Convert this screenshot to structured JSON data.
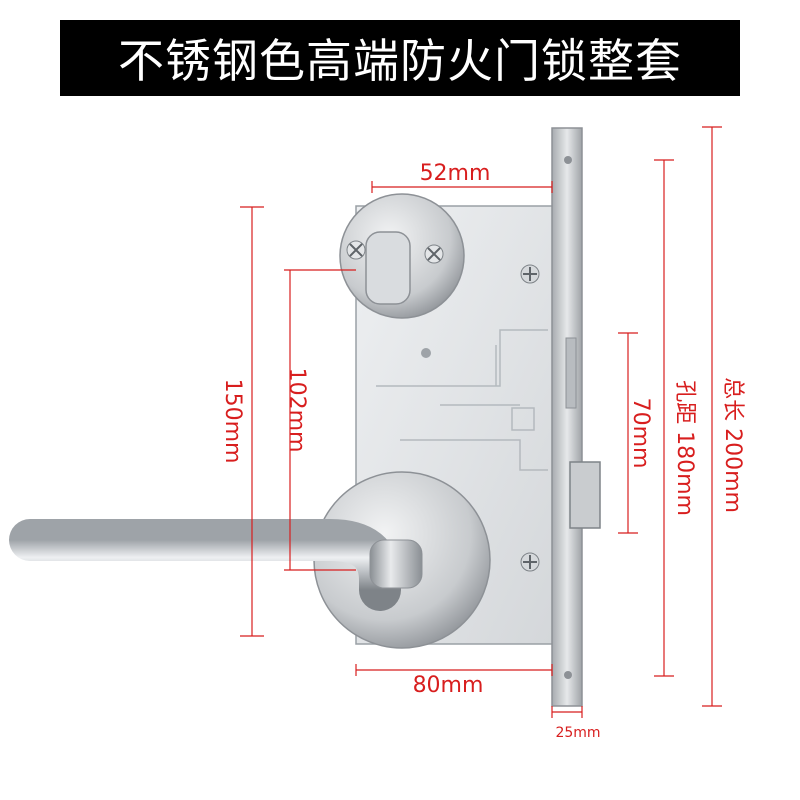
{
  "title": "不锈钢色高端防火门锁整套",
  "dimensions": {
    "width_52": "52mm",
    "height_150": "150mm",
    "height_102": "102mm",
    "height_70": "70mm",
    "hole_distance": "孔距 180mm",
    "total_length": "总长 200mm",
    "width_80": "80mm",
    "faceplate_25": "25mm"
  },
  "colors": {
    "banner_bg": "#000000",
    "banner_text": "#ffffff",
    "dimension_red": "#d81e1e",
    "steel": "#c9cccf",
    "steel_dark": "#8d9196",
    "lockbody": "#e2e4e7"
  }
}
